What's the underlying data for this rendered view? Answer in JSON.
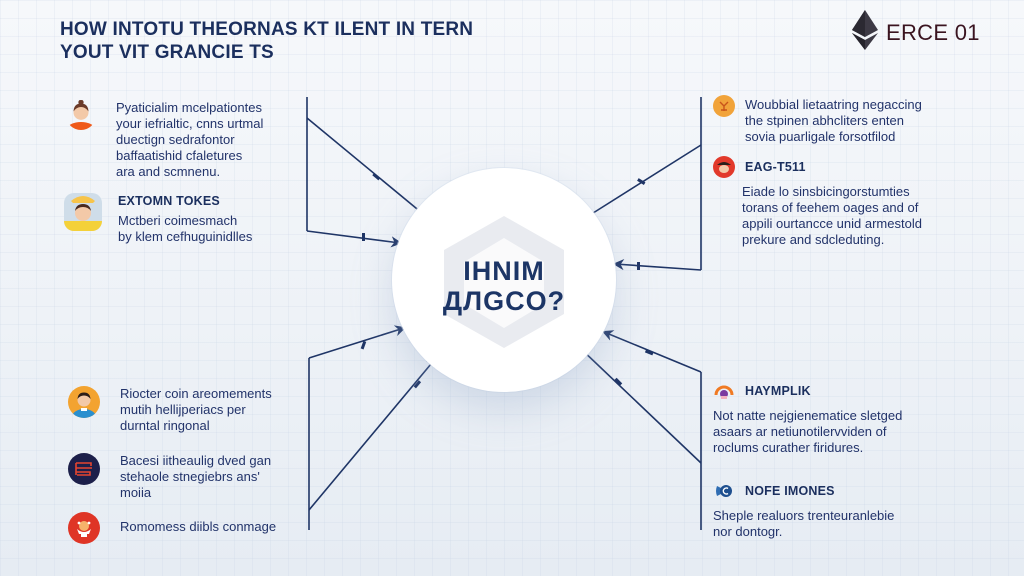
{
  "header": {
    "title_line1": "HOW INTOTU THEORNAS KT ILENT IN TERN",
    "title_line2": "YOUT VIT GRANCIE TS"
  },
  "brand": {
    "logo_icon": "ethereum-diamond-icon",
    "label": "ERCE 01",
    "color": "#3a1420"
  },
  "center": {
    "line1": "IHNIM",
    "line2": "ДЛGCO?",
    "icon": "hexagon-icon"
  },
  "left_items": [
    {
      "icon": "user-avatar-female-icon",
      "heading": "",
      "body": "Pyaticialim mcelpationtes\nyour iefrialtic, cnns urtmal\nduectign sedrafontor\nbaffaatishid cfaletures\nara and scmnenu."
    },
    {
      "icon": "user-avatar-hardhat-icon",
      "heading": "EXTOMN TOKES",
      "body": "Mctberi coimesmach\nby klem cefhuguinidlles"
    },
    {
      "icon": "user-avatar-male-icon",
      "heading": "",
      "body": "Riocter coin areomements\nmutih hellijperiacs per\ndurntal ringonal"
    },
    {
      "icon": "document-stack-icon",
      "heading": "",
      "body": "Bacesi iitheaulig dved gan\nstehaole stnegiebrs ans'\nmoiia"
    },
    {
      "icon": "badge-emblem-icon",
      "heading": "",
      "body": "Romomess diibls conmage"
    }
  ],
  "right_items": [
    {
      "icon": "orange-token-icon",
      "heading": "",
      "body": "Woubbial lietaatring negaccing\nthe stpinen abhcliters enten\nsovia puarligale forsotfilod"
    },
    {
      "icon": "red-hat-avatar-icon",
      "heading": "EAG-T511",
      "body": "Eiade lo sinsbicingorstumties\ntorans of feehem oages and of\nappili ourtancce unid armestold\nprekure and sdcleduting."
    },
    {
      "icon": "rainbow-arc-icon",
      "heading": "HAYMPLIK",
      "body": "Not natte nejgienematice sletged\nasaars ar netiunotilervviden of\nroclums curather firidures."
    },
    {
      "icon": "blue-coin-icon",
      "heading": "NOFE IMONES",
      "body": "Sheple realuors trenteuranlebie\nnor dontogr."
    }
  ],
  "colors": {
    "primary_navy": "#1b2f5e",
    "line": "#1f3566",
    "accent_orange": "#f07a23",
    "accent_red": "#e03a2e",
    "dark_navy_icon": "#1c1f4a"
  }
}
